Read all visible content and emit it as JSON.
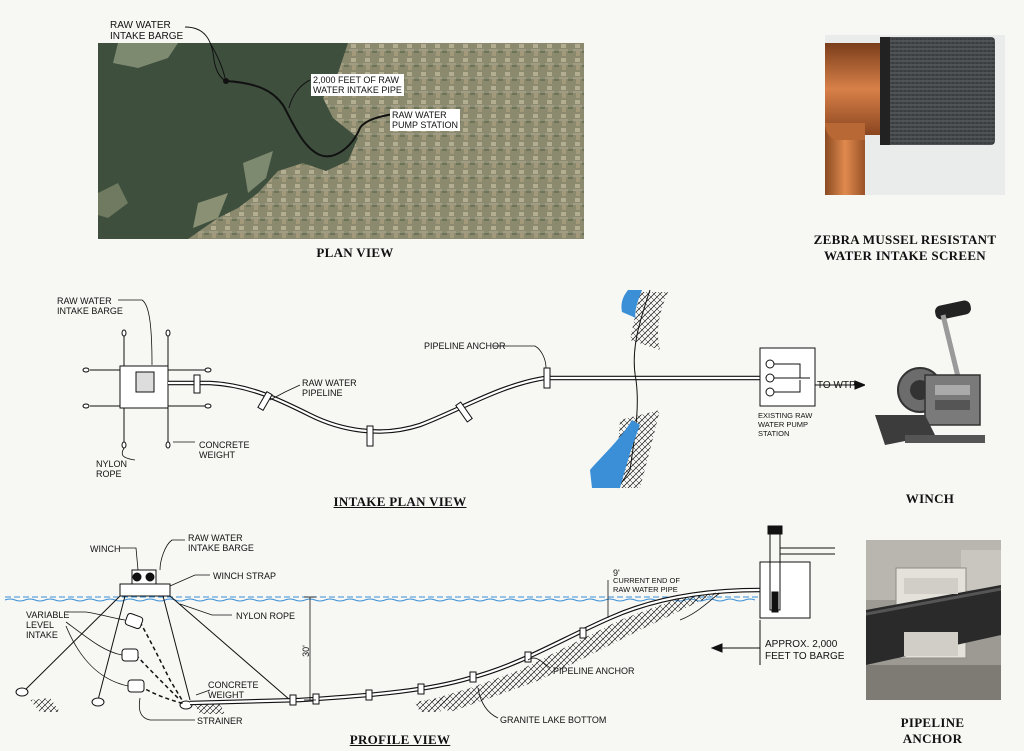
{
  "plan_view": {
    "title": "PLAN VIEW",
    "labels": {
      "barge_1": "RAW WATER",
      "barge_2": "INTAKE BARGE",
      "pipe_1": "2,000 FEET OF RAW",
      "pipe_2": "WATER INTAKE PIPE",
      "pump_1": "RAW WATER",
      "pump_2": "PUMP STATION"
    }
  },
  "screen_photo": {
    "title_1": "ZEBRA MUSSEL RESISTANT",
    "title_2": "WATER INTAKE SCREEN"
  },
  "intake_plan_view": {
    "title": "INTAKE PLAN VIEW",
    "labels": {
      "barge_1": "RAW WATER",
      "barge_2": "INTAKE BARGE",
      "anchor": "PIPELINE ANCHOR",
      "pipeline_1": "RAW WATER",
      "pipeline_2": "PIPELINE",
      "weight_1": "CONCRETE",
      "weight_2": "WEIGHT",
      "rope_1": "NYLON",
      "rope_2": "ROPE",
      "to_wtp": "TO WTP",
      "station_1": "EXISTING RAW",
      "station_2": "WATER PUMP",
      "station_3": "STATION"
    }
  },
  "winch_photo": {
    "title": "WINCH"
  },
  "profile_view": {
    "title": "PROFILE VIEW",
    "labels": {
      "winch": "WINCH",
      "barge_1": "RAW WATER",
      "barge_2": "INTAKE BARGE",
      "strap": "WINCH STRAP",
      "variable_1": "VARIABLE",
      "variable_2": "LEVEL",
      "variable_3": "INTAKE",
      "nylon": "NYLON ROPE",
      "depth": "30'",
      "end_depth": "9'",
      "end_1": "CURRENT END OF",
      "end_2": "RAW WATER PIPE",
      "distance_1": "APPROX. 2,000",
      "distance_2": "FEET TO BARGE",
      "weight_1": "CONCRETE",
      "weight_2": "WEIGHT",
      "strainer": "STRAINER",
      "anchor": "PIPELINE ANCHOR",
      "bottom": "GRANITE LAKE BOTTOM"
    }
  },
  "anchor_photo": {
    "title_1": "PIPELINE",
    "title_2": "ANCHOR"
  },
  "colors": {
    "water": "#3a8fd6",
    "copper": "#c8743a",
    "lake": "#3e4f3e",
    "line": "#111111"
  }
}
